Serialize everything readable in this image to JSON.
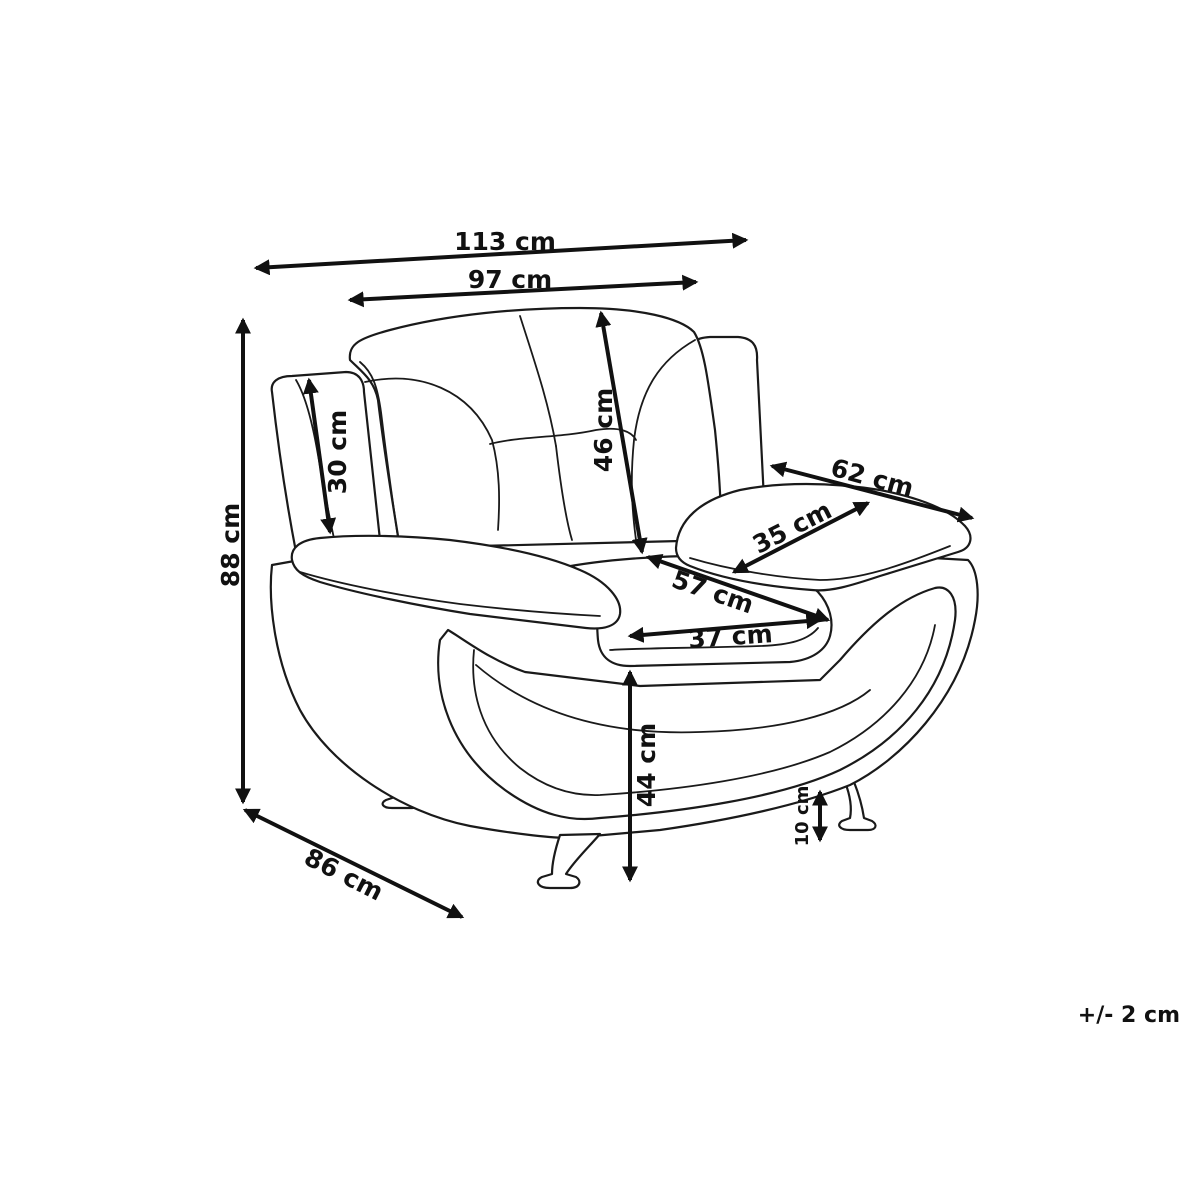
{
  "dimensions": {
    "overall_width": "113 cm",
    "backrest_width": "97 cm",
    "overall_height": "88 cm",
    "armrest_height": "30 cm",
    "backrest_height": "46 cm",
    "armrest_length": "62 cm",
    "armrest_width": "35 cm",
    "seat_depth": "57 cm",
    "seat_width": "37 cm",
    "seat_height": "44 cm",
    "leg_height": "10 cm",
    "overall_depth": "86 cm"
  },
  "tolerance": "+/- 2 cm"
}
